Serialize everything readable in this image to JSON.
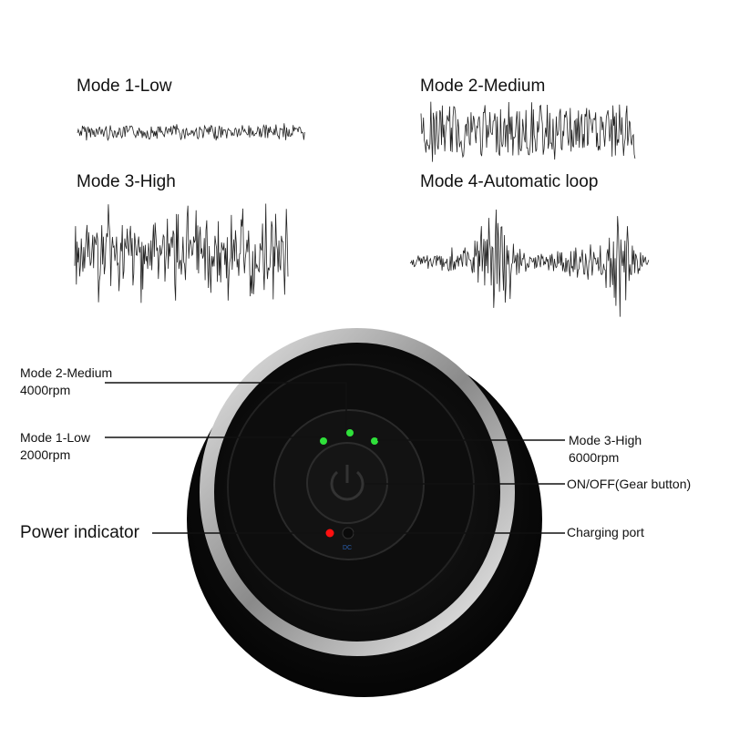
{
  "modes": [
    {
      "title": "Mode 1-Low"
    },
    {
      "title": "Mode 2-Medium"
    },
    {
      "title": "Mode 3-High"
    },
    {
      "title": "Mode 4-Automatic loop"
    }
  ],
  "callouts": {
    "mode2": {
      "line1": "Mode 2-Medium",
      "line2": "4000rpm"
    },
    "mode1": {
      "line1": "Mode 1-Low",
      "line2": "2000rpm"
    },
    "mode3": {
      "line1": "Mode 3-High",
      "line2": "6000rpm"
    },
    "onoff": "ON/OFF(Gear button)",
    "power": "Power indicator",
    "charging": "Charging port"
  },
  "device": {
    "port_label": "DC"
  },
  "colors": {
    "led_green": "#2fe03a",
    "led_red": "#ff1010",
    "body": "#111111",
    "ring": "#c8c8c8"
  }
}
